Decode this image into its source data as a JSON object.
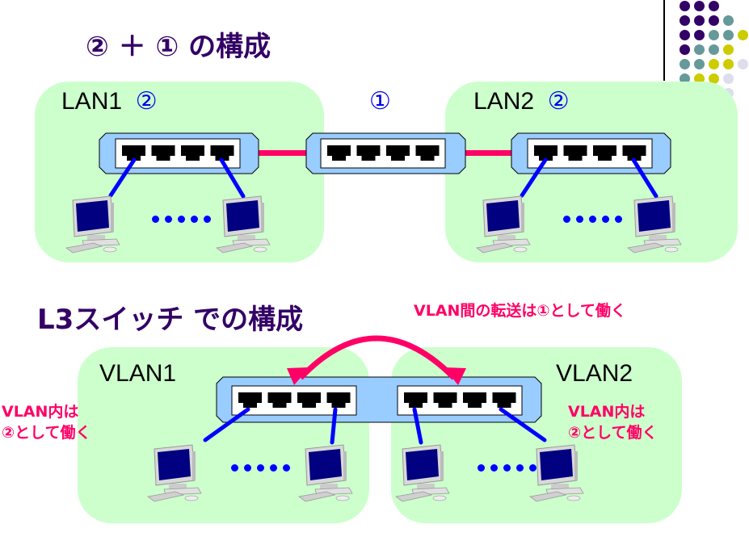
{
  "slide": {
    "title_top": "② ＋ ① の構成",
    "title_bottom": "L3スイッチ での構成"
  },
  "top_diagram": {
    "lan1": {
      "name": "LAN1",
      "marker": "②"
    },
    "center": {
      "marker": "①"
    },
    "lan2": {
      "name": "LAN2",
      "marker": "②"
    },
    "switch_ports": 4,
    "ellipsis_dots": 5
  },
  "bottom_diagram": {
    "vlan1": {
      "name": "VLAN1"
    },
    "vlan2": {
      "name": "VLAN2"
    },
    "inter_vlan_note": "VLAN間の転送は①として働く",
    "intra_vlan_note_left": {
      "line1": "VLAN内は",
      "line2": "②として働く"
    },
    "intra_vlan_note_right": {
      "line1": "VLAN内は",
      "line2": "②として働く"
    },
    "ellipsis_dots": 5
  },
  "colors": {
    "title": "#330066",
    "zone_fill": "#ccffcc",
    "switch_fill": "#99ccff",
    "link_pink": "#ff0066",
    "cable_blue": "#0000ff",
    "marker_blue": "#0000ee",
    "deco_purple": "#330066",
    "deco_teal": "#669999",
    "deco_yellow": "#cccc00",
    "deco_lavender": "#ddddee"
  },
  "icons": {
    "switch": "network-switch-icon",
    "computer": "desktop-computer-icon",
    "arrow": "double-arrow-icon"
  }
}
